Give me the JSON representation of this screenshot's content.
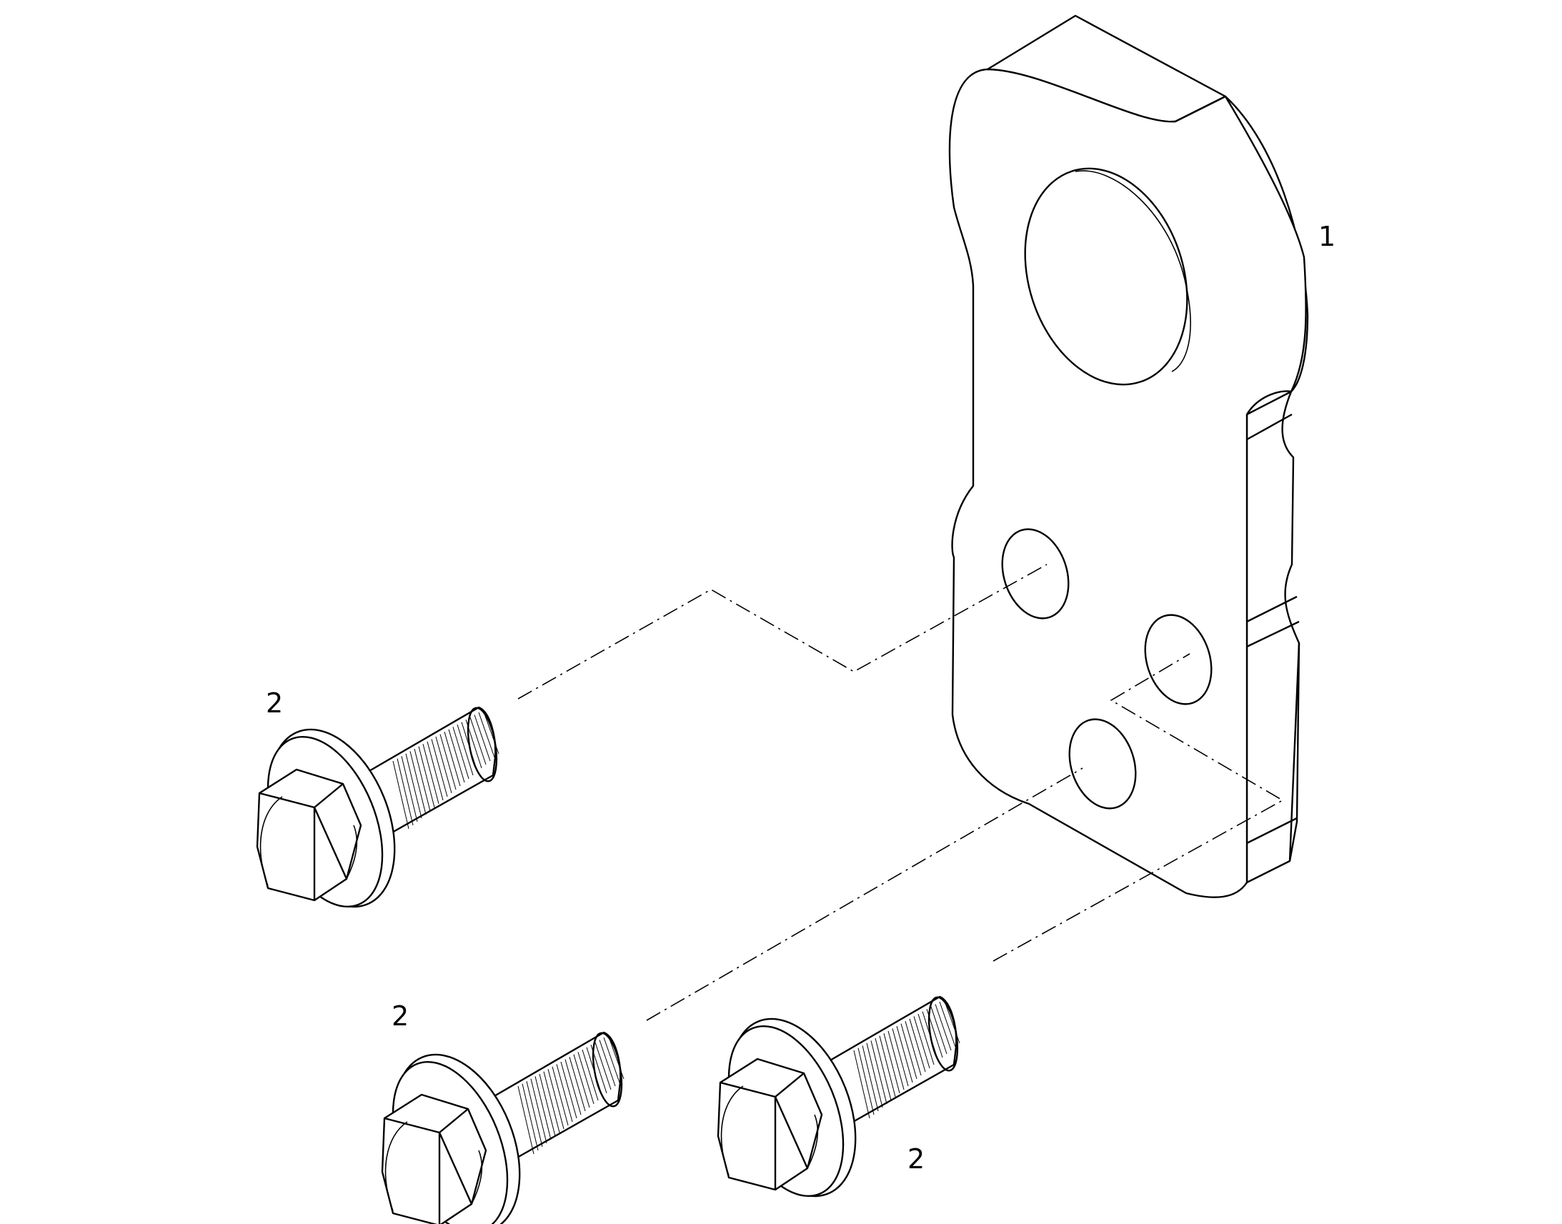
{
  "callouts": {
    "bracket": "1",
    "bolt_left": "2",
    "bolt_bottom_left": "2",
    "bolt_bottom_right": "2"
  }
}
